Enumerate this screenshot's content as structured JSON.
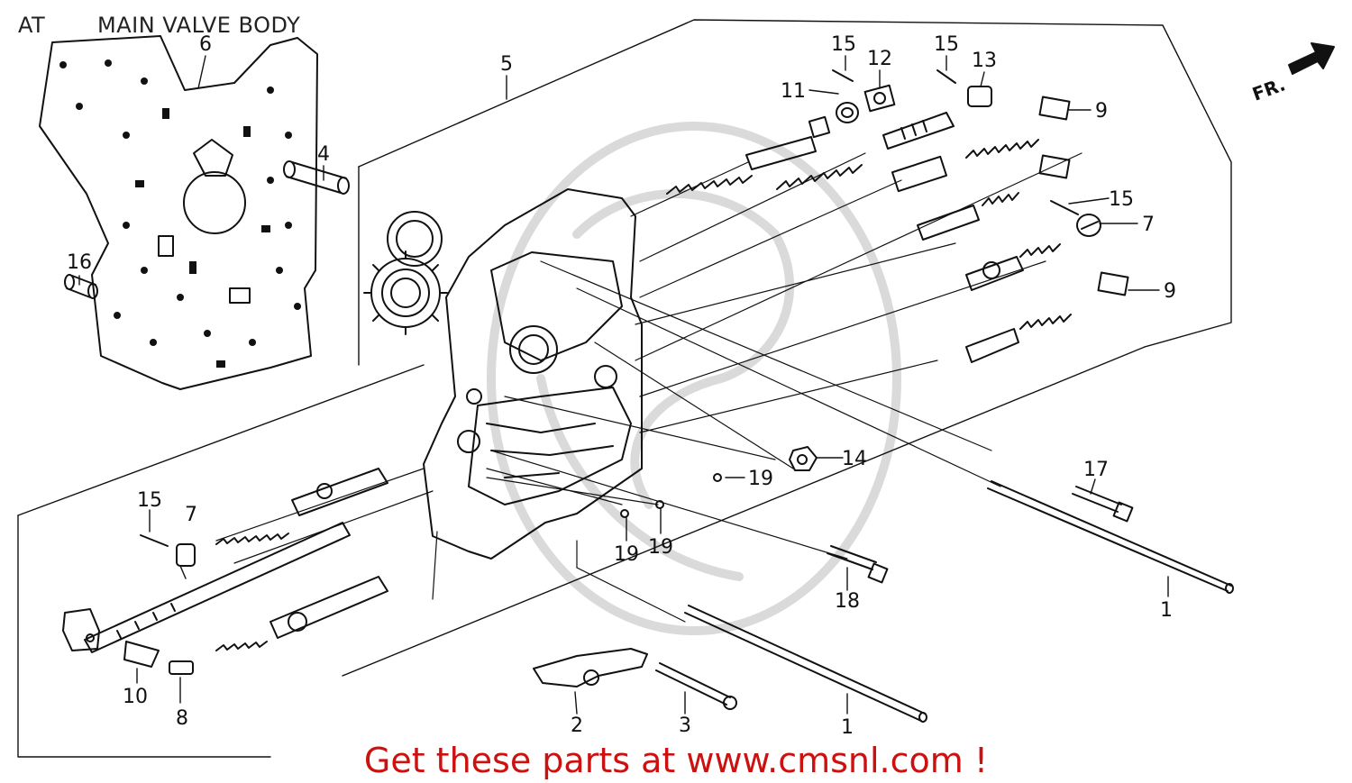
{
  "header": {
    "section": "AT",
    "title": "MAIN VALVE BODY"
  },
  "orientation_label": "FR.",
  "footer": {
    "promo": "Get these parts at www.cmsnl.com !"
  },
  "callouts": [
    "1",
    "1",
    "2",
    "3",
    "4",
    "5",
    "6",
    "7",
    "7",
    "8",
    "9",
    "9",
    "10",
    "11",
    "12",
    "13",
    "14",
    "15",
    "15",
    "15",
    "15",
    "16",
    "17",
    "18",
    "19",
    "19",
    "19"
  ]
}
